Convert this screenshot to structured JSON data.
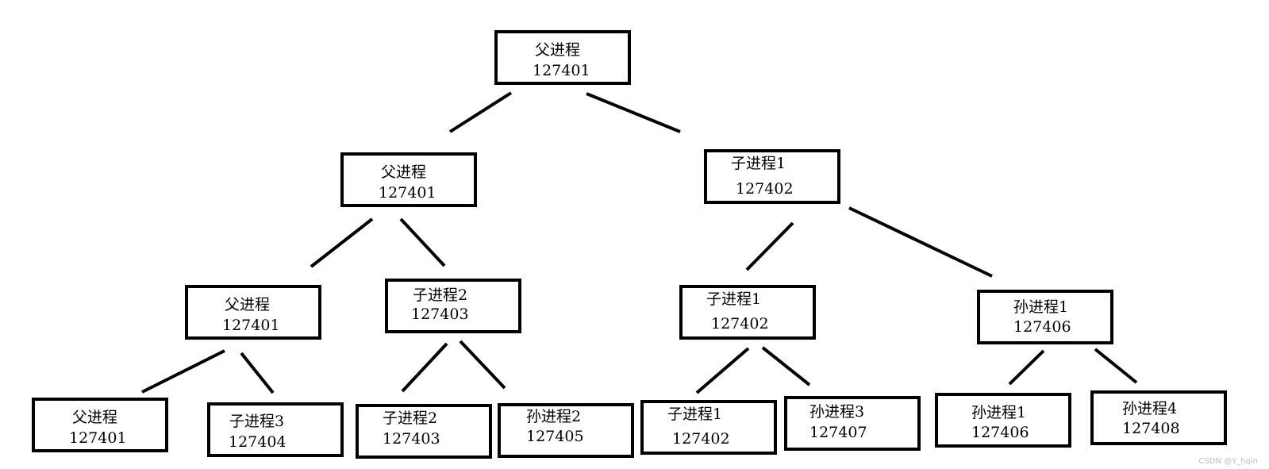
{
  "diagram": {
    "nodes": [
      {
        "id": "n0",
        "name": "父进程",
        "pid": "127401"
      },
      {
        "id": "n1",
        "name": "父进程",
        "pid": "127401"
      },
      {
        "id": "n2",
        "name": "子进程1",
        "pid": "127402"
      },
      {
        "id": "n3",
        "name": "父进程",
        "pid": "127401"
      },
      {
        "id": "n4",
        "name": "子进程2",
        "pid": "127403"
      },
      {
        "id": "n5",
        "name": "子进程1",
        "pid": "127402"
      },
      {
        "id": "n6",
        "name": "孙进程1",
        "pid": "127406"
      },
      {
        "id": "n7",
        "name": "父进程",
        "pid": "127401"
      },
      {
        "id": "n8",
        "name": "子进程3",
        "pid": "127404"
      },
      {
        "id": "n9",
        "name": "子进程2",
        "pid": "127403"
      },
      {
        "id": "n10",
        "name": "孙进程2",
        "pid": "127405"
      },
      {
        "id": "n11",
        "name": "子进程1",
        "pid": "127402"
      },
      {
        "id": "n12",
        "name": "孙进程3",
        "pid": "127407"
      },
      {
        "id": "n13",
        "name": "孙进程1",
        "pid": "127406"
      },
      {
        "id": "n14",
        "name": "孙进程4",
        "pid": "127408"
      }
    ],
    "edges": [
      {
        "from": "n0",
        "to": "n1"
      },
      {
        "from": "n0",
        "to": "n2"
      },
      {
        "from": "n1",
        "to": "n3"
      },
      {
        "from": "n1",
        "to": "n4"
      },
      {
        "from": "n2",
        "to": "n5"
      },
      {
        "from": "n2",
        "to": "n6"
      },
      {
        "from": "n3",
        "to": "n7"
      },
      {
        "from": "n3",
        "to": "n8"
      },
      {
        "from": "n4",
        "to": "n9"
      },
      {
        "from": "n4",
        "to": "n10"
      },
      {
        "from": "n5",
        "to": "n11"
      },
      {
        "from": "n5",
        "to": "n12"
      },
      {
        "from": "n6",
        "to": "n13"
      },
      {
        "from": "n6",
        "to": "n14"
      }
    ]
  },
  "watermark": "CSDN @Y_hqin"
}
